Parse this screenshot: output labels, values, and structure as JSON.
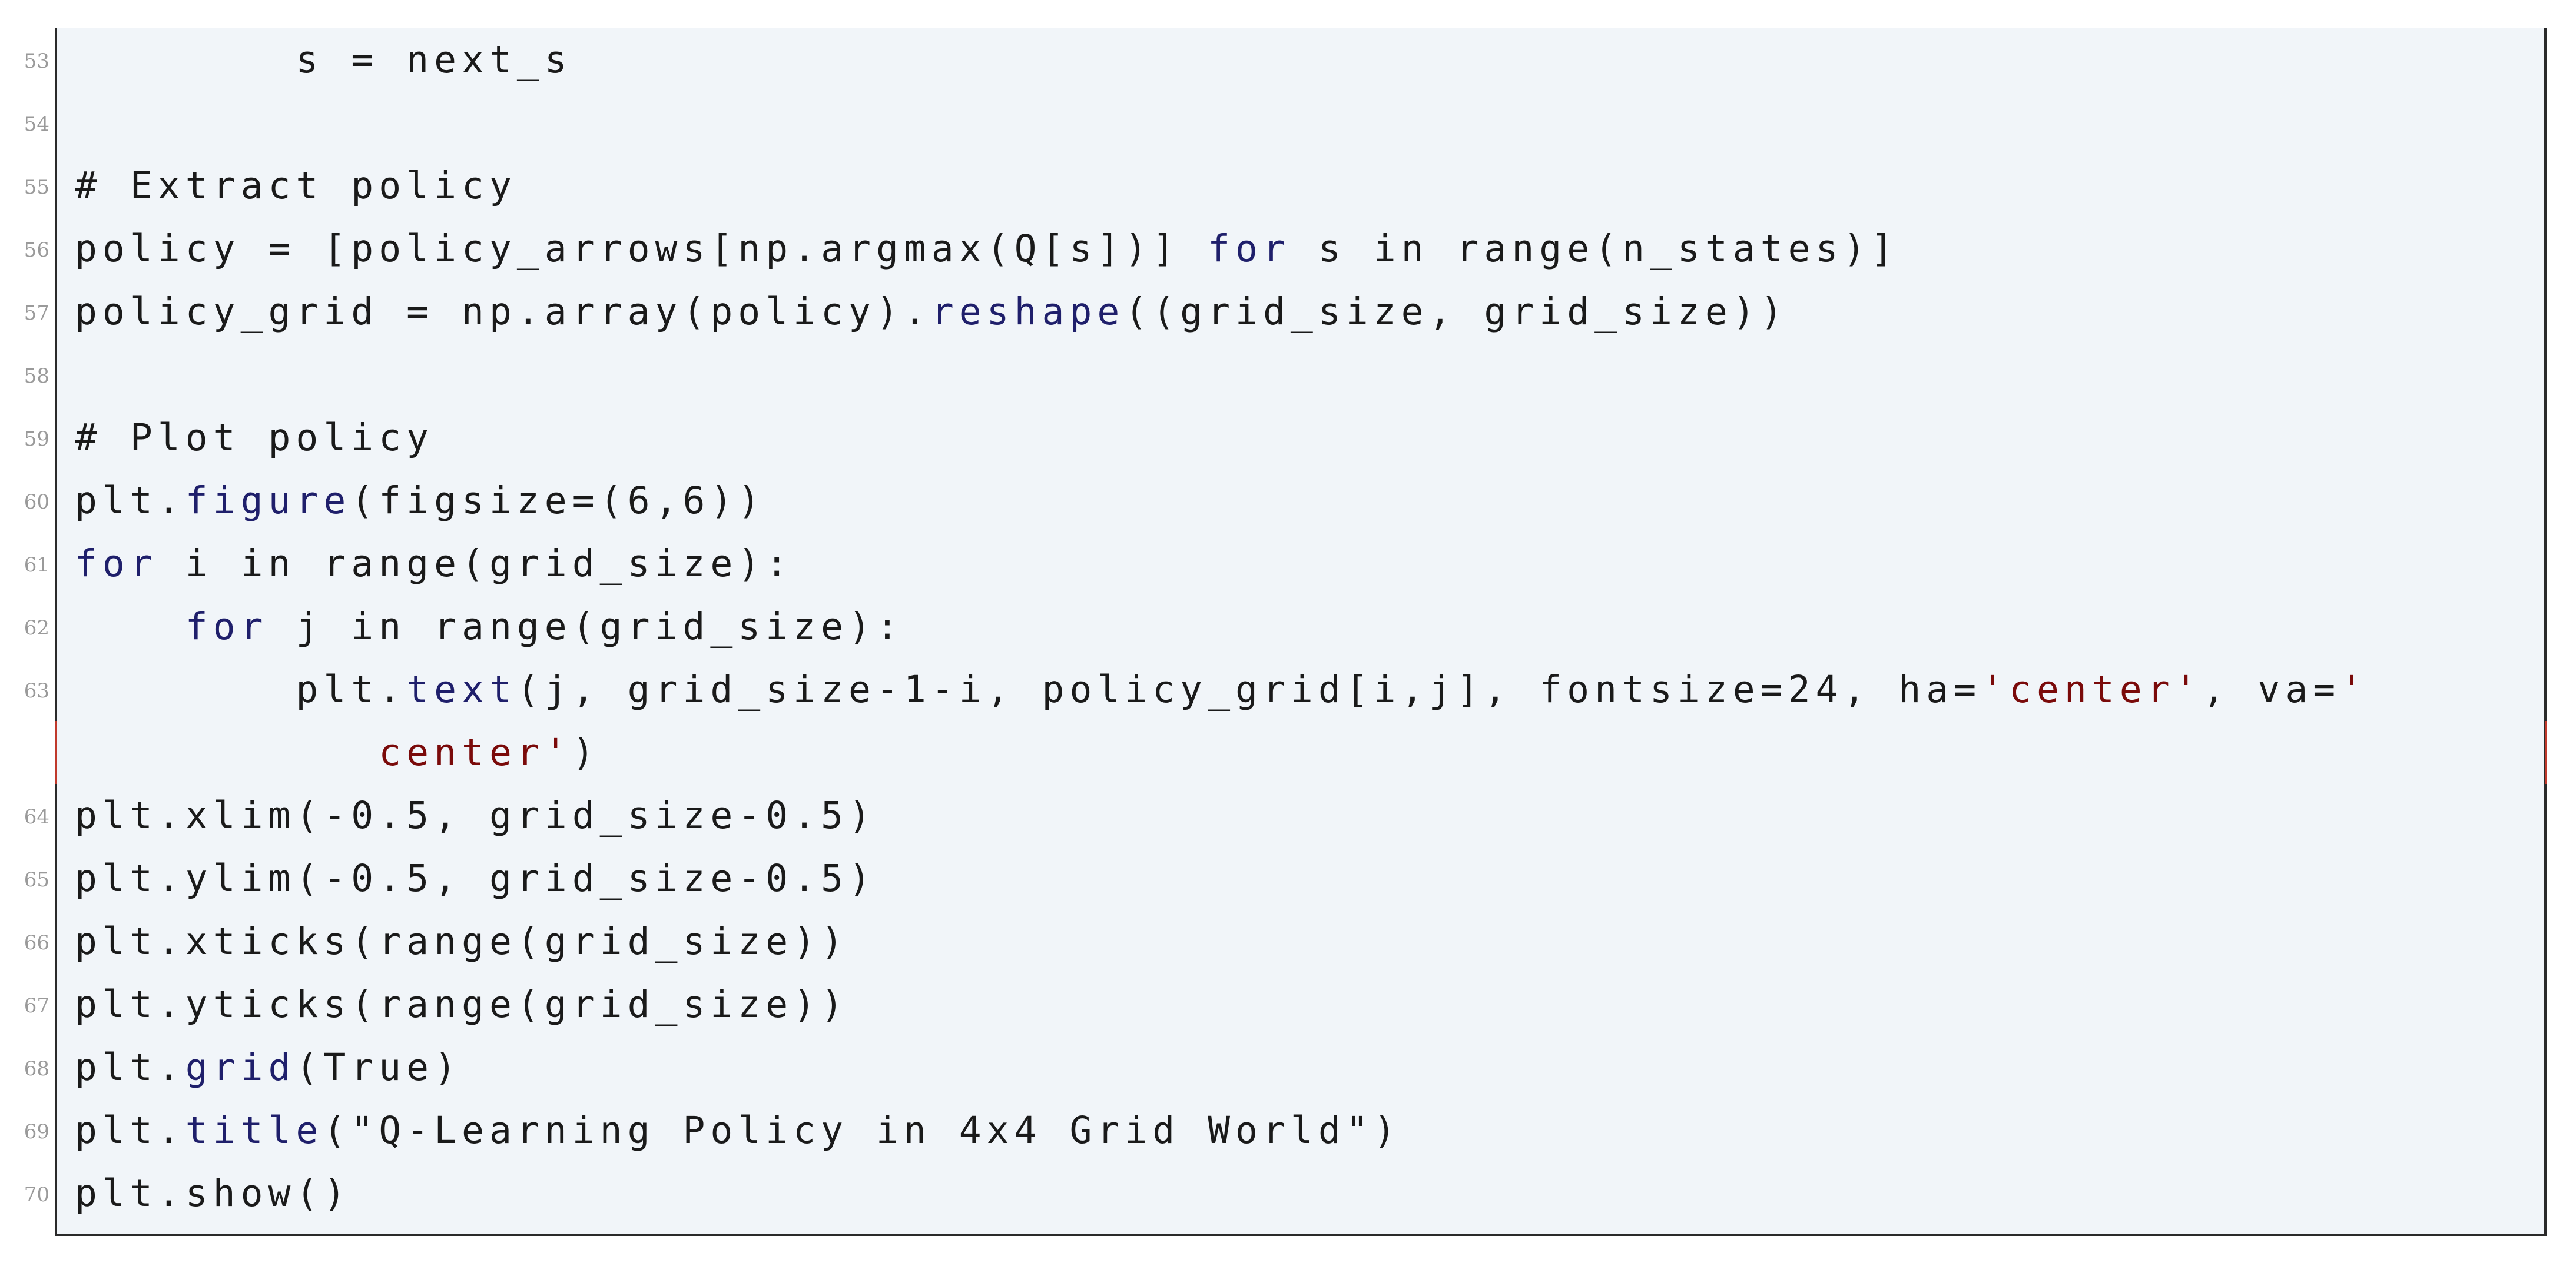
{
  "code_listing": {
    "lines": [
      {
        "no": "53",
        "segments": [
          {
            "t": "        s = next_s",
            "c": ""
          }
        ]
      },
      {
        "no": "54",
        "segments": []
      },
      {
        "no": "55",
        "segments": [
          {
            "t": "# Extract policy",
            "c": ""
          }
        ]
      },
      {
        "no": "56",
        "segments": [
          {
            "t": "policy = [policy_arrows[np.argmax(Q[s])] ",
            "c": ""
          },
          {
            "t": "for",
            "c": "kw"
          },
          {
            "t": " s in range(n_states)]",
            "c": ""
          }
        ]
      },
      {
        "no": "57",
        "segments": [
          {
            "t": "policy_grid = np.array(policy).",
            "c": ""
          },
          {
            "t": "reshape",
            "c": "fn"
          },
          {
            "t": "((grid_size, grid_size))",
            "c": ""
          }
        ]
      },
      {
        "no": "58",
        "segments": []
      },
      {
        "no": "59",
        "segments": [
          {
            "t": "# Plot policy",
            "c": ""
          }
        ]
      },
      {
        "no": "60",
        "segments": [
          {
            "t": "plt.",
            "c": ""
          },
          {
            "t": "figure",
            "c": "fn"
          },
          {
            "t": "(figsize=(6,6))",
            "c": ""
          }
        ]
      },
      {
        "no": "61",
        "segments": [
          {
            "t": "for",
            "c": "kw"
          },
          {
            "t": " i in range(grid_size):",
            "c": ""
          }
        ]
      },
      {
        "no": "62",
        "segments": [
          {
            "t": "    ",
            "c": ""
          },
          {
            "t": "for",
            "c": "kw"
          },
          {
            "t": " j in range(grid_size):",
            "c": ""
          }
        ]
      },
      {
        "no": "63",
        "segments": [
          {
            "t": "        plt.",
            "c": ""
          },
          {
            "t": "text",
            "c": "fn"
          },
          {
            "t": "(j, grid_size-1-i, policy_grid[i,j], fontsize=24, ha=",
            "c": ""
          },
          {
            "t": "'center'",
            "c": "str"
          },
          {
            "t": ", va=",
            "c": ""
          },
          {
            "t": "'",
            "c": "str"
          }
        ]
      },
      {
        "no": "",
        "segments": [
          {
            "t": "           ",
            "c": ""
          },
          {
            "t": "center'",
            "c": "str"
          },
          {
            "t": ")",
            "c": ""
          }
        ],
        "continuation": true
      },
      {
        "no": "64",
        "segments": [
          {
            "t": "plt.xlim(-0.5, grid_size-0.5)",
            "c": ""
          }
        ]
      },
      {
        "no": "65",
        "segments": [
          {
            "t": "plt.ylim(-0.5, grid_size-0.5)",
            "c": ""
          }
        ]
      },
      {
        "no": "66",
        "segments": [
          {
            "t": "plt.xticks(range(grid_size))",
            "c": ""
          }
        ]
      },
      {
        "no": "67",
        "segments": [
          {
            "t": "plt.yticks(range(grid_size))",
            "c": ""
          }
        ]
      },
      {
        "no": "68",
        "segments": [
          {
            "t": "plt.",
            "c": ""
          },
          {
            "t": "grid",
            "c": "fn"
          },
          {
            "t": "(True)",
            "c": ""
          }
        ]
      },
      {
        "no": "69",
        "segments": [
          {
            "t": "plt.",
            "c": ""
          },
          {
            "t": "title",
            "c": "fn"
          },
          {
            "t": "(\"Q-Learning Policy in 4x4 Grid World\")",
            "c": ""
          }
        ]
      },
      {
        "no": "70",
        "segments": [
          {
            "t": "plt.show()",
            "c": ""
          }
        ]
      }
    ]
  },
  "colors": {
    "background": "#f1f5f9",
    "keyword": "#1f1f6b",
    "string": "#7a0a0a",
    "text": "#1a1a1a",
    "line_number": "#9a9a9a"
  }
}
